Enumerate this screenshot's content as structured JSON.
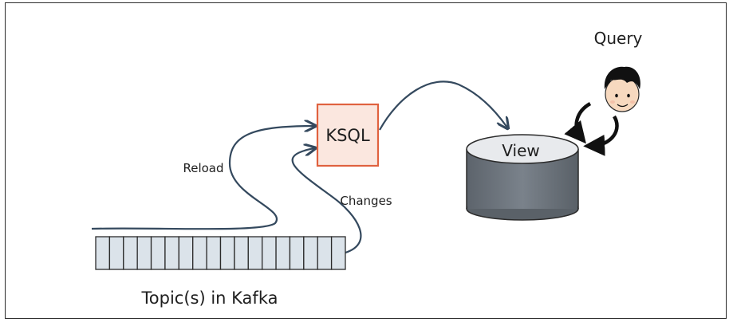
{
  "diagram": {
    "ksql_label": "KSQL",
    "view_label": "View",
    "query_label": "Query",
    "reload_label": "Reload",
    "changes_label": "Changes",
    "topic_label": "Topic(s) in Kafka",
    "topic_cell_count": 18,
    "colors": {
      "ksql_border": "#e0623f",
      "ksql_fill": "#fbe7df",
      "topic_fill": "#dbe3ea",
      "arrow": "#34495e",
      "cylinder_body": "#6e767f",
      "cylinder_top": "#e8eaed"
    },
    "icons": {
      "user": "user-face-icon",
      "cycle": "refresh-cycle-icon"
    }
  }
}
